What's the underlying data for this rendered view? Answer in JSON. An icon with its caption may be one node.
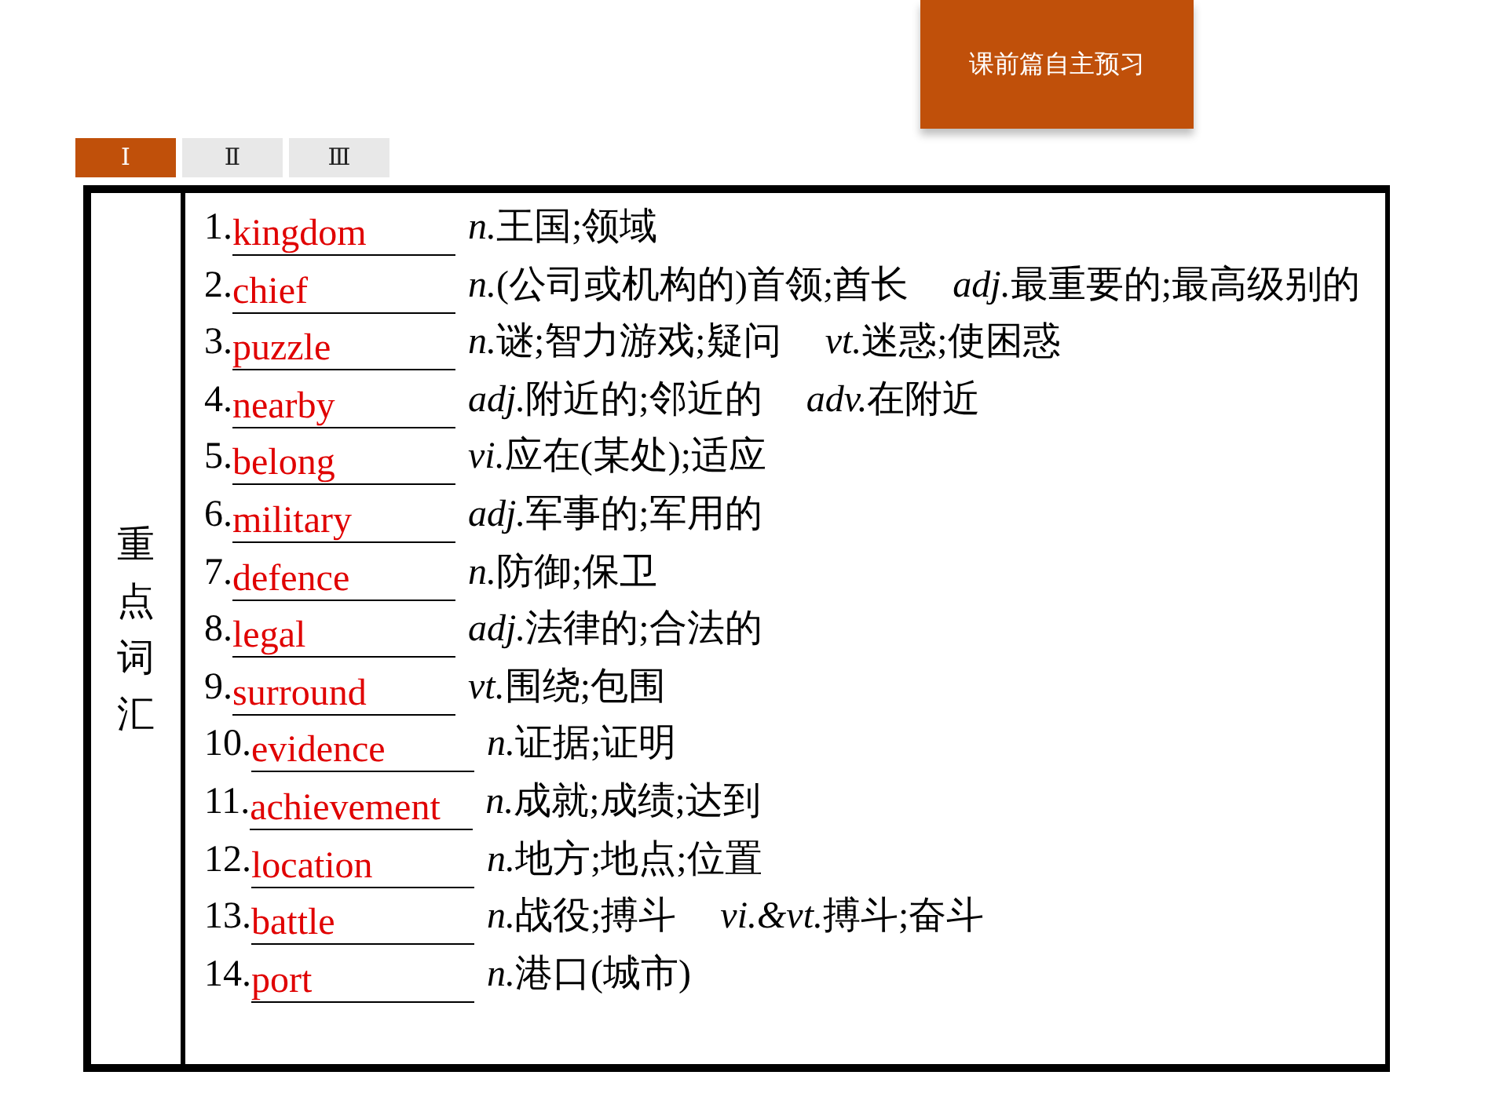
{
  "diagram": {
    "nodes": [
      {
        "text": [
          "课前篇自主预习"
        ]
      },
      {
        "text": [
          "Ⅰ"
        ]
      },
      {
        "text": [
          "Ⅱ"
        ]
      },
      {
        "text": [
          "Ⅲ"
        ]
      },
      {
        "text": [
          "重点词汇"
        ]
      },
      {
        "text": [],
        "shape": "box"
      },
      {
        "text": [
          "1.",
          "kingdom",
          "n.",
          "王国;领域"
        ],
        "in": 5
      },
      {
        "text": [
          "2.",
          "chief",
          "n.",
          "(公司或机构的)首领;酋长",
          "adj.",
          "最重要的;最高级别的"
        ],
        "in": 5
      },
      {
        "text": [
          "3.",
          "puzzle",
          "n.",
          "谜;智力游戏;疑问",
          "vt.",
          "迷惑;使困惑"
        ],
        "in": 5
      },
      {
        "text": [
          "4.",
          "nearby",
          "adj.",
          "附近的;邻近的",
          "adv.",
          "在附近"
        ],
        "in": 5
      },
      {
        "text": [
          "5.",
          "belong",
          "vi.",
          "应在(某处);适应"
        ],
        "in": 5
      },
      {
        "text": [
          "6.",
          "military",
          "adj.",
          "军事的;军用的"
        ],
        "in": 5
      },
      {
        "text": [
          "7.",
          "defence",
          "n.",
          "防御;保卫"
        ],
        "in": 5
      },
      {
        "text": [
          "8.",
          "legal",
          "adj.",
          "法律的;合法的"
        ],
        "in": 5
      },
      {
        "text": [
          "9.",
          "surround",
          "vt.",
          "围绕;包围"
        ],
        "in": 5
      },
      {
        "text": [
          "10.",
          "evidence",
          "n.",
          "证据;证明"
        ],
        "in": 5
      },
      {
        "text": [
          "11.",
          "achievement",
          "n.",
          "成就;成绩;达到"
        ],
        "in": 5
      },
      {
        "text": [
          "12.",
          "location",
          "n.",
          "地方;地点;位置"
        ],
        "in": 5
      },
      {
        "text": [
          "13.",
          "battle",
          "n.",
          "战役;搏斗",
          "vi.&vt.",
          "搏斗;奋斗"
        ],
        "in": 5
      },
      {
        "text": [
          "14.",
          "port",
          "n.",
          "港口(城市)"
        ],
        "in": 5
      }
    ]
  }
}
